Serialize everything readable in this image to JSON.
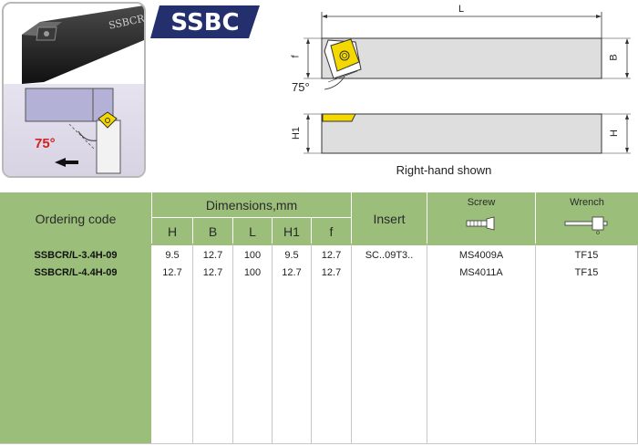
{
  "product": {
    "name": "SSBC"
  },
  "photo": {
    "body_text": "SSBCR",
    "angle": "75°"
  },
  "drawing": {
    "length_label": "L",
    "offset_label": "f",
    "width_label": "B",
    "angle_label": "75°",
    "h1_label": "H1",
    "height_label": "H",
    "caption": "Right-hand shown"
  },
  "table": {
    "ordering_header": "Ordering code",
    "dimensions_header": "Dimensions,mm",
    "dim_columns": [
      "H",
      "B",
      "L",
      "H1",
      "f"
    ],
    "insert_header": "Insert",
    "screw_header": "Screw",
    "wrench_header": "Wrench",
    "rows": [
      {
        "code": "SSBCR/L-3.4H-09",
        "H": "9.5",
        "B": "12.7",
        "L": "100",
        "H1": "9.5",
        "f": "12.7",
        "insert": "SC..09T3..",
        "screw": "MS4009A",
        "wrench": "TF15"
      },
      {
        "code": "SSBCR/L-4.4H-09",
        "H": "12.7",
        "B": "12.7",
        "L": "100",
        "H1": "12.7",
        "f": "12.7",
        "insert": "",
        "screw": "MS4011A",
        "wrench": "TF15"
      }
    ]
  },
  "colors": {
    "header_green": "#9bbf7a",
    "badge_blue": "#24306e",
    "insert_yellow": "#f4d800",
    "angle_red": "#d32020"
  }
}
